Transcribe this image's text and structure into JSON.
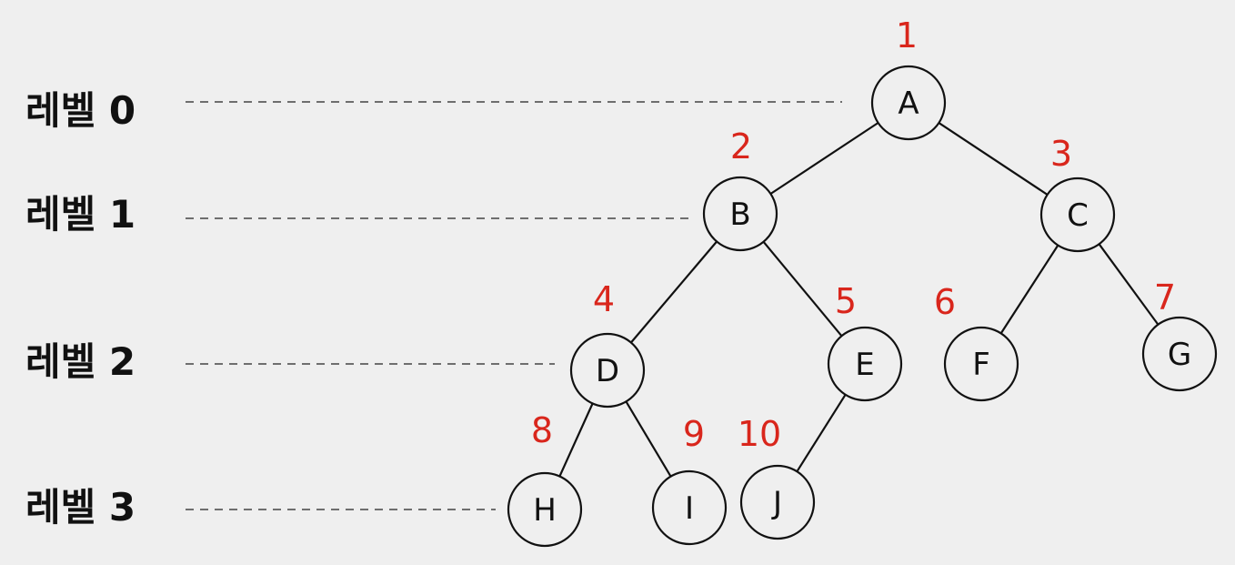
{
  "levels": [
    {
      "label": "레벨 0"
    },
    {
      "label": "레벨 1"
    },
    {
      "label": "레벨 2"
    },
    {
      "label": "레벨 3"
    }
  ],
  "nodes": [
    {
      "id": "A",
      "label": "A",
      "number": "1"
    },
    {
      "id": "B",
      "label": "B",
      "number": "2"
    },
    {
      "id": "C",
      "label": "C",
      "number": "3"
    },
    {
      "id": "D",
      "label": "D",
      "number": "4"
    },
    {
      "id": "E",
      "label": "E",
      "number": "5"
    },
    {
      "id": "F",
      "label": "F",
      "number": "6"
    },
    {
      "id": "G",
      "label": "G",
      "number": "7"
    },
    {
      "id": "H",
      "label": "H",
      "number": "8"
    },
    {
      "id": "I",
      "label": "I",
      "number": "9"
    },
    {
      "id": "J",
      "label": "J",
      "number": "10"
    }
  ],
  "edges": [
    [
      "A",
      "B"
    ],
    [
      "A",
      "C"
    ],
    [
      "B",
      "D"
    ],
    [
      "B",
      "E"
    ],
    [
      "C",
      "F"
    ],
    [
      "C",
      "G"
    ],
    [
      "D",
      "H"
    ],
    [
      "D",
      "I"
    ],
    [
      "E",
      "J"
    ]
  ],
  "colors": {
    "background": "#efefef",
    "node_stroke": "#111111",
    "number_color": "#d9261c",
    "guide_line": "#6e6e6e"
  }
}
